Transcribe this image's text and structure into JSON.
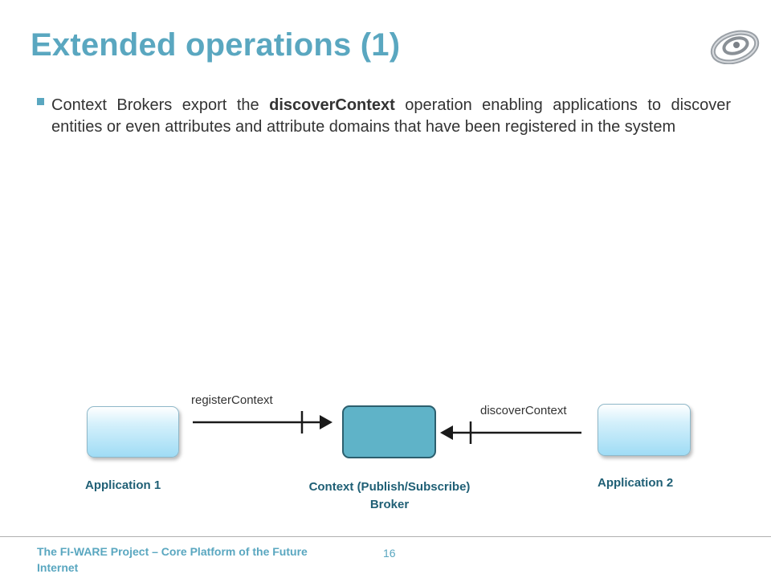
{
  "slide": {
    "title": "Extended operations (1)",
    "bullet": {
      "pre": "Context Brokers export the ",
      "bold": "discoverContext",
      "post": " operation enabling applications to discover entities or even attributes and attribute domains that have been registered in the system"
    },
    "logo": "fiware-spiral-logo"
  },
  "diagram": {
    "application1": "Application 1",
    "application2": "Application 2",
    "broker_line1": "Context (Publish/Subscribe)",
    "broker_line2": "Broker",
    "op_register": "registerContext",
    "op_discover": "discoverContext"
  },
  "footer": {
    "project": "The FI-WARE Project – Core Platform of the Future Internet",
    "page_number": "16"
  },
  "colors": {
    "accent": "#5AA7C0",
    "broker_fill": "#5FB3C8",
    "app_fill": "#9fdcf5",
    "arrow": "#1a1a1a"
  }
}
